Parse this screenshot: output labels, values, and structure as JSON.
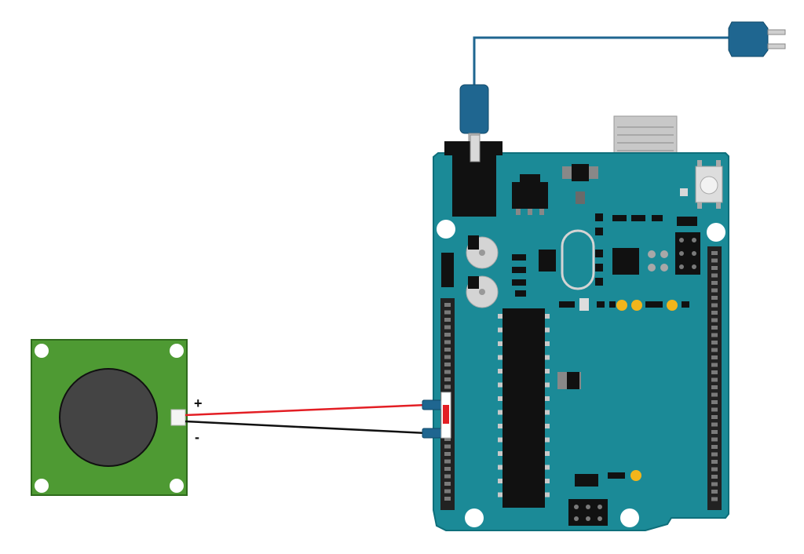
{
  "buzzer_module": {
    "pins": [
      {
        "id": "positive",
        "label": "+"
      },
      {
        "id": "negative",
        "label": "-"
      }
    ]
  },
  "wires": [
    {
      "id": "positive-wire",
      "color": "#e31e24"
    },
    {
      "id": "ground-wire",
      "color": "#111111"
    }
  ],
  "colors": {
    "board": "#1b8a97",
    "board_edge": "#0e6f7b",
    "module": "#4e9a33",
    "cable": "#1f6690",
    "header": "#222222",
    "led": "#f2b51b"
  }
}
